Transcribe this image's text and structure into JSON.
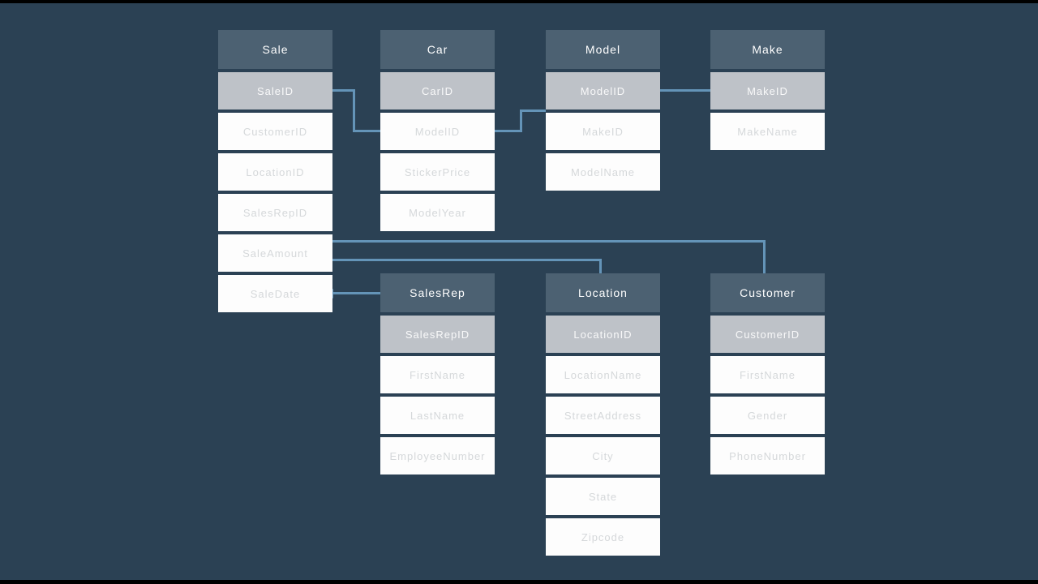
{
  "colors": {
    "background": "#2b4154",
    "letterbox": "#000000",
    "table_header_bg": "#4c6172",
    "key_row_bg": "#bec2c8",
    "row_bg": "#fdfdfd",
    "header_text": "#ffffff",
    "key_row_text": "#e9ecee",
    "row_text": "#d5d8da",
    "connector": "#6494b8"
  },
  "tables": [
    {
      "name": "Sale",
      "fields": [
        {
          "label": "SaleID",
          "key": true
        },
        {
          "label": "CustomerID",
          "key": false
        },
        {
          "label": "LocationID",
          "key": false
        },
        {
          "label": "SalesRepID",
          "key": false
        },
        {
          "label": "SaleAmount",
          "key": false
        },
        {
          "label": "SaleDate",
          "key": false
        }
      ]
    },
    {
      "name": "Car",
      "fields": [
        {
          "label": "CarID",
          "key": true
        },
        {
          "label": "ModelID",
          "key": false
        },
        {
          "label": "StickerPrice",
          "key": false
        },
        {
          "label": "ModelYear",
          "key": false
        }
      ]
    },
    {
      "name": "Model",
      "fields": [
        {
          "label": "ModelID",
          "key": true
        },
        {
          "label": "MakeID",
          "key": false
        },
        {
          "label": "ModelName",
          "key": false
        }
      ]
    },
    {
      "name": "Make",
      "fields": [
        {
          "label": "MakeID",
          "key": true
        },
        {
          "label": "MakeName",
          "key": false
        }
      ]
    },
    {
      "name": "SalesRep",
      "fields": [
        {
          "label": "SalesRepID",
          "key": true
        },
        {
          "label": "FirstName",
          "key": false
        },
        {
          "label": "LastName",
          "key": false
        },
        {
          "label": "EmployeeNumber",
          "key": false
        }
      ]
    },
    {
      "name": "Location",
      "fields": [
        {
          "label": "LocationID",
          "key": true
        },
        {
          "label": "LocationName",
          "key": false
        },
        {
          "label": "StreetAddress",
          "key": false
        },
        {
          "label": "City",
          "key": false
        },
        {
          "label": "State",
          "key": false
        },
        {
          "label": "Zipcode",
          "key": false
        }
      ]
    },
    {
      "name": "Customer",
      "fields": [
        {
          "label": "CustomerID",
          "key": true
        },
        {
          "label": "FirstName",
          "key": false
        },
        {
          "label": "Gender",
          "key": false
        },
        {
          "label": "PhoneNumber",
          "key": false
        }
      ]
    }
  ],
  "connections": [
    {
      "from": "Sale.SaleID",
      "to": "Car.ModelID"
    },
    {
      "from": "Car.ModelID",
      "to": "Model.ModelID"
    },
    {
      "from": "Make.MakeID",
      "to": "Model.ModelID"
    },
    {
      "from": "Sale.SaleAmount",
      "to": "Customer"
    },
    {
      "from": "Sale.SaleAmount",
      "to": "Location"
    },
    {
      "from": "Sale.SaleDate",
      "to": "SalesRep"
    }
  ]
}
